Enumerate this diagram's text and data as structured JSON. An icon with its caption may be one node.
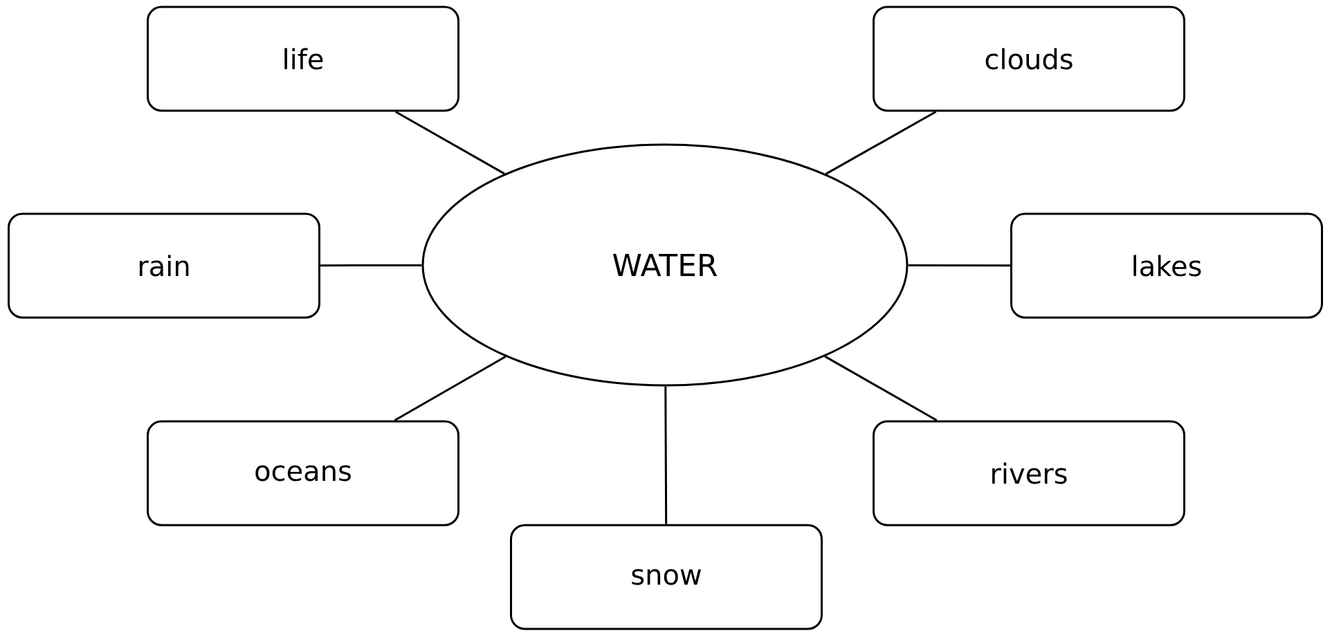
{
  "diagram": {
    "nodes": [
      {
        "text": [
          "WATER"
        ]
      },
      {
        "text": [
          "life"
        ]
      },
      {
        "text": [
          "clouds"
        ]
      },
      {
        "text": [
          "rain"
        ]
      },
      {
        "text": [
          "lakes"
        ]
      },
      {
        "text": [
          "oceans"
        ]
      },
      {
        "text": [
          "rivers"
        ]
      },
      {
        "text": [
          "snow"
        ]
      }
    ],
    "edges": [
      {
        "from": 0,
        "to": 1,
        "arrow": "none"
      },
      {
        "from": 0,
        "to": 2,
        "arrow": "none"
      },
      {
        "from": 0,
        "to": 3,
        "arrow": "none"
      },
      {
        "from": 0,
        "to": 4,
        "arrow": "none"
      },
      {
        "from": 0,
        "to": 5,
        "arrow": "none"
      },
      {
        "from": 0,
        "to": 6,
        "arrow": "none"
      },
      {
        "from": 0,
        "to": 7,
        "arrow": "none"
      }
    ]
  }
}
